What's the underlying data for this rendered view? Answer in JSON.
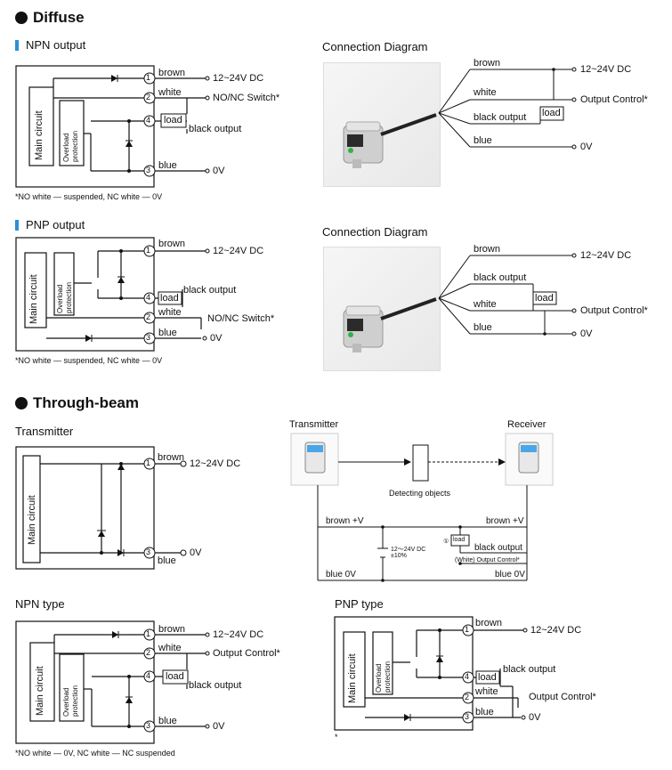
{
  "sections": {
    "diffuse": "Diffuse",
    "through_beam": "Through-beam"
  },
  "npn": {
    "title": "NPN output",
    "main_circuit": "Main circuit",
    "overload": "Overload protection",
    "brown": "brown",
    "white": "white",
    "black_output": "black output",
    "blue": "blue",
    "v_supply": "12~24V DC",
    "switch": "NO/NC Switch*",
    "zero": "0V",
    "load": "load",
    "note": "*NO white — suspended, NC white — 0V",
    "pins": [
      "1",
      "2",
      "4",
      "3"
    ]
  },
  "pnp": {
    "title": "PNP output",
    "main_circuit": "Main circuit",
    "overload": "Overload protection",
    "brown": "brown",
    "white": "white",
    "black_output": "black output",
    "blue": "blue",
    "v_supply": "12~24V DC",
    "switch": "NO/NC Switch*",
    "zero": "0V",
    "load": "load",
    "note": "*NO white — suspended, NC white — 0V",
    "pins": [
      "1",
      "4",
      "2",
      "3"
    ]
  },
  "conn1": {
    "title": "Connection Diagram",
    "brown": "brown",
    "white": "white",
    "black_output": "black output",
    "blue": "blue",
    "v_supply": "12~24V DC",
    "output_control": "Output Control*",
    "zero": "0V",
    "load": "load"
  },
  "conn2": {
    "title": "Connection Diagram",
    "brown": "brown",
    "black_output": "black output",
    "white": "white",
    "blue": "blue",
    "v_supply": "12~24V DC",
    "output_control": "Output Control*",
    "zero": "0V",
    "load": "load"
  },
  "transmitter": {
    "title": "Transmitter",
    "main_circuit": "Main circuit",
    "brown": "brown",
    "blue": "blue",
    "v_supply": "12~24V DC",
    "zero": "0V",
    "pins": [
      "1",
      "3"
    ]
  },
  "tb_diagram": {
    "transmitter": "Transmitter",
    "receiver": "Receiver",
    "detecting": "Detecting objects",
    "brown_v_left": "brown +V",
    "brown_v_right": "brown +V",
    "supply": "12～24V DC",
    "tolerance": "±10%",
    "pin_marker": "①",
    "load": "load",
    "black_output": "black output",
    "white_output": "(White) Output Control*",
    "blue_left": "blue 0V",
    "blue_right": "blue 0V"
  },
  "npn_type": {
    "title": "NPN type",
    "main_circuit": "Main circuit",
    "overload": "Overload protection",
    "brown": "brown",
    "white": "white",
    "black_output": "black output",
    "blue": "blue",
    "v_supply": "12~24V DC",
    "output_control": "Output Control*",
    "zero": "0V",
    "load": "load",
    "note": "*NO white — 0V, NC white — NC suspended",
    "pins": [
      "1",
      "2",
      "4",
      "3"
    ]
  },
  "pnp_type": {
    "title": "PNP type",
    "main_circuit": "Main circuit",
    "overload": "Overload protection",
    "brown": "brown",
    "black_output": "black output",
    "white": "white",
    "blue": "blue",
    "v_supply": "12~24V DC",
    "output_control": "Output Control*",
    "zero": "0V",
    "load": "load",
    "note": "*",
    "pins": [
      "1",
      "4",
      "2",
      "3"
    ]
  }
}
